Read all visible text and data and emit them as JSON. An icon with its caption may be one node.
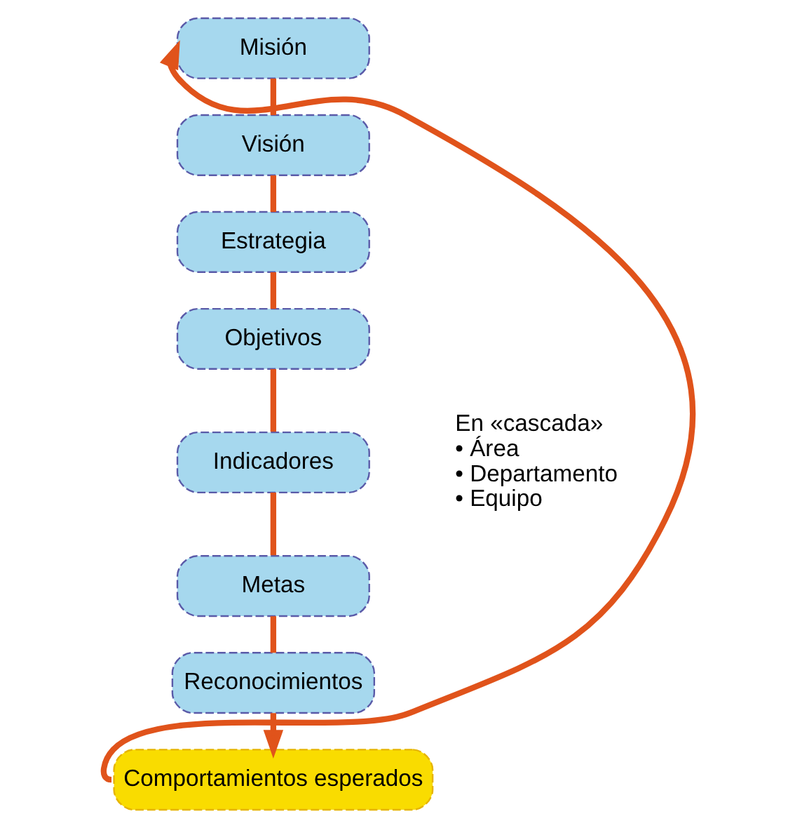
{
  "diagram": {
    "nodes": [
      {
        "text": [
          "Misión"
        ]
      },
      {
        "text": [
          "Visión"
        ]
      },
      {
        "text": [
          "Estrategia"
        ]
      },
      {
        "text": [
          "Objetivos"
        ]
      },
      {
        "text": [
          "Indicadores"
        ]
      },
      {
        "text": [
          "Metas"
        ]
      },
      {
        "text": [
          "Reconocimientos"
        ]
      },
      {
        "text": [
          "Comportamientos esperados"
        ]
      }
    ],
    "edges": [
      {
        "from": 0,
        "to": 1,
        "arrow": "none"
      },
      {
        "from": 1,
        "to": 2,
        "arrow": "none"
      },
      {
        "from": 2,
        "to": 3,
        "arrow": "none"
      },
      {
        "from": 3,
        "to": 4,
        "arrow": "none"
      },
      {
        "from": 4,
        "to": 5,
        "arrow": "none"
      },
      {
        "from": 5,
        "to": 6,
        "arrow": "none"
      },
      {
        "from": 6,
        "to": 7,
        "arrow": "to"
      },
      {
        "from": 7,
        "to": 0,
        "arrow": "to"
      }
    ],
    "labels": [
      "En «cascada»",
      "• Área",
      "• Departamento",
      "• Equipo"
    ]
  }
}
